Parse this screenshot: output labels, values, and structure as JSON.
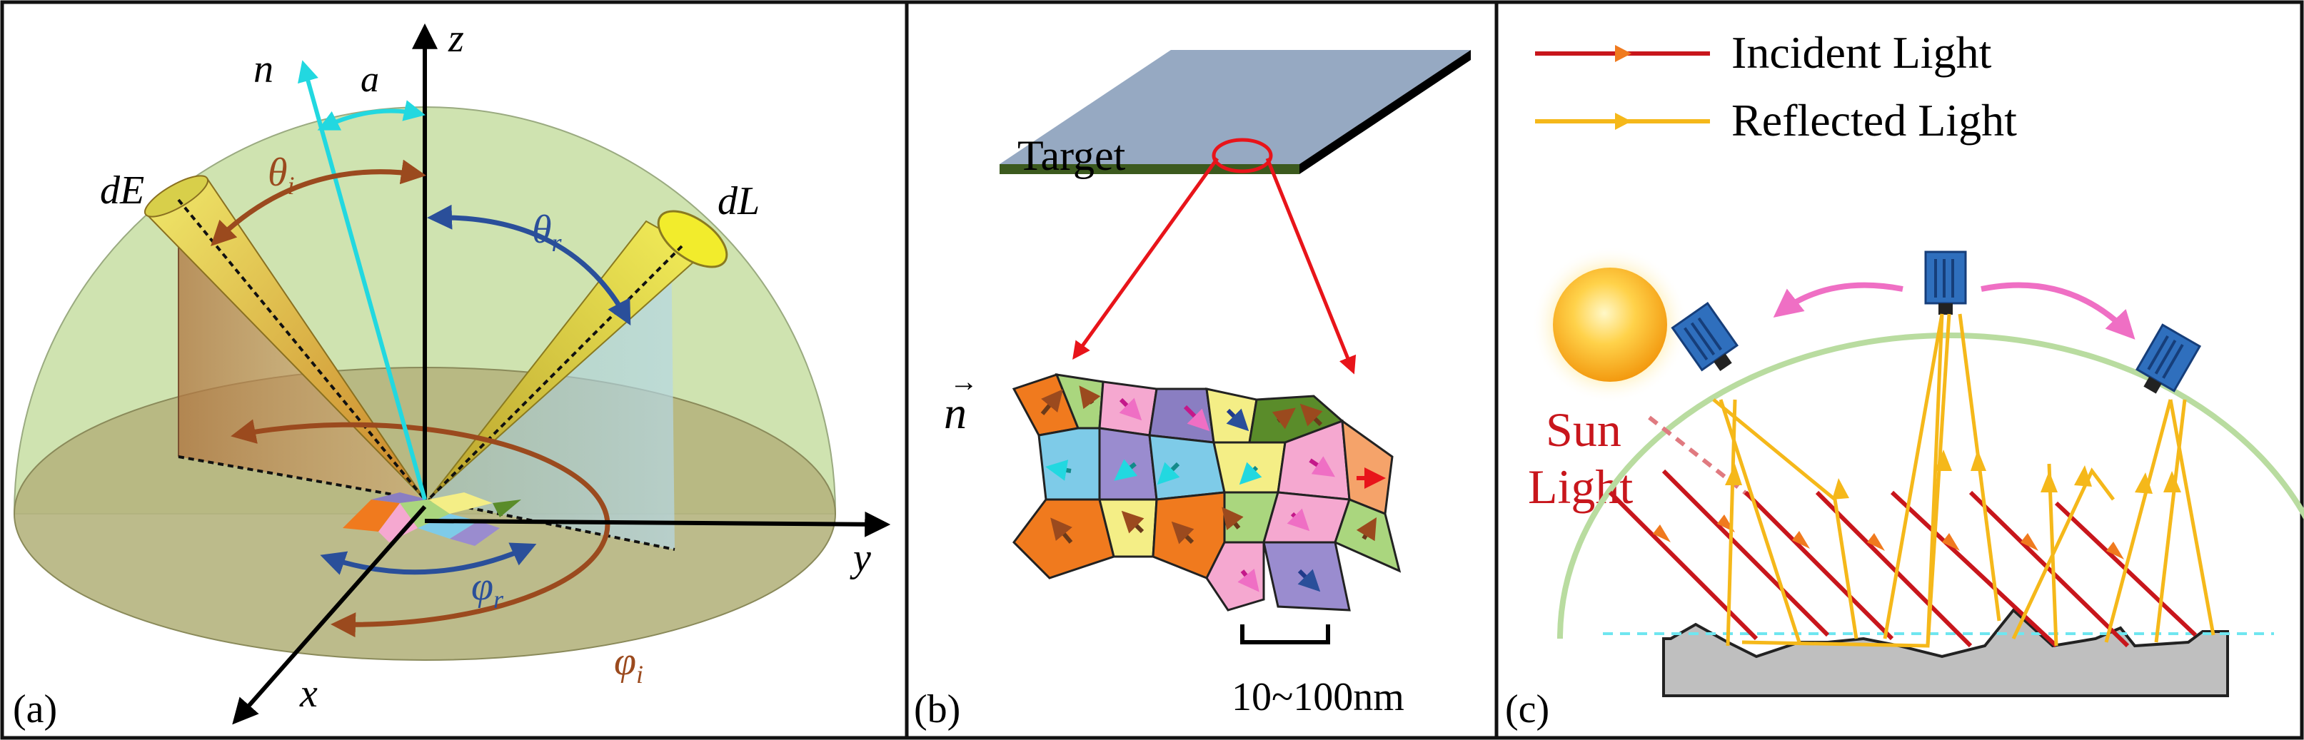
{
  "panel_a": {
    "panel_label": "(a)",
    "axis_z": "z",
    "axis_y": "y",
    "axis_x": "x",
    "normal_label": "n",
    "angle_a": "a",
    "dE_label": "dE",
    "dL_label": "dL",
    "theta_i": {
      "base": "θ",
      "sub": "i"
    },
    "theta_r": {
      "base": "θ",
      "sub": "r"
    },
    "phi_i": {
      "base": "φ",
      "sub": "i"
    },
    "phi_r": {
      "base": "φ",
      "sub": "r"
    }
  },
  "panel_b": {
    "panel_label": "(b)",
    "target_label": "Target",
    "normal_vector_label": "n",
    "scale_label": "10~100nm"
  },
  "panel_c": {
    "panel_label": "(c)",
    "legend": {
      "incident": "Incident Light",
      "reflected": "Reflected Light"
    },
    "sun_label_line1": "Sun",
    "sun_label_line2": "Light"
  },
  "colors": {
    "dome_fill": "#cfe3b0",
    "ground_fill": "#b5b47e",
    "axis": "#000000",
    "normal": "#22d8e0",
    "brown_arc": "#9b4a1e",
    "blue_arc": "#2a4f9a",
    "cone_yellow": "#ece35a",
    "target_top": "#96a9c2",
    "red_arrow": "#e8141a",
    "incident": "#c8161c",
    "reflected": "#f5b81a",
    "camera_blue": "#2f6fbd",
    "pink_arrow": "#ef6fc4",
    "ground_gray": "#bfbfbf",
    "green_arc": "#b9dca0",
    "cyan_dash": "#6fe6f0"
  }
}
